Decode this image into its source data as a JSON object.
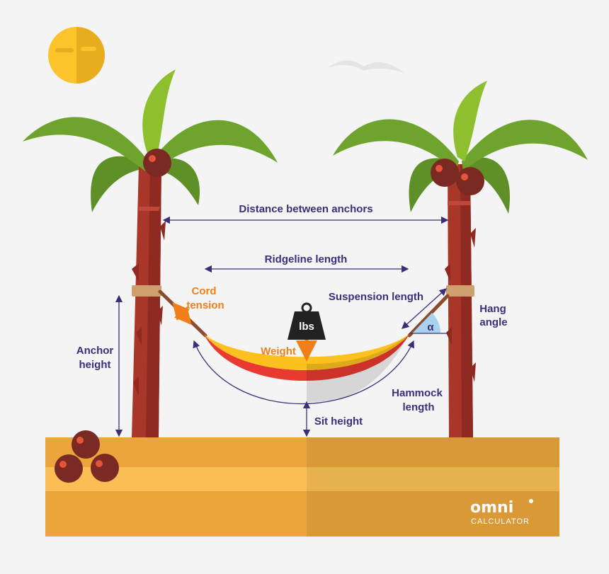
{
  "colors": {
    "label": "#3b2f7a",
    "accent": "#f07f19",
    "sand": "#eba53c",
    "hammock_yellow": "#fbc21f",
    "hammock_red": "#e83a30",
    "leaf": "#6ea42d",
    "trunk": "#a8372a",
    "sun": "#fcc42a"
  },
  "icons": [
    "sun-icon",
    "bird-icon",
    "palm-tree-icon",
    "coconut-icon",
    "weight-icon",
    "angle-icon",
    "omni-logo-icon"
  ],
  "labels": {
    "distance_between_anchors": "Distance between anchors",
    "ridgeline_length": "Ridgeline length",
    "suspension_length": "Suspension length",
    "cord_tension": [
      "Cord",
      "tension"
    ],
    "weight": "Weight",
    "weight_unit": "lbs",
    "hang_angle": [
      "Hang",
      "angle"
    ],
    "angle_symbol": "α",
    "anchor_height": [
      "Anchor",
      "height"
    ],
    "hammock_length": [
      "Hammock",
      "length"
    ],
    "sit_height": "Sit height"
  },
  "brand": {
    "name": "omni",
    "subtitle": "CALCULATOR"
  }
}
